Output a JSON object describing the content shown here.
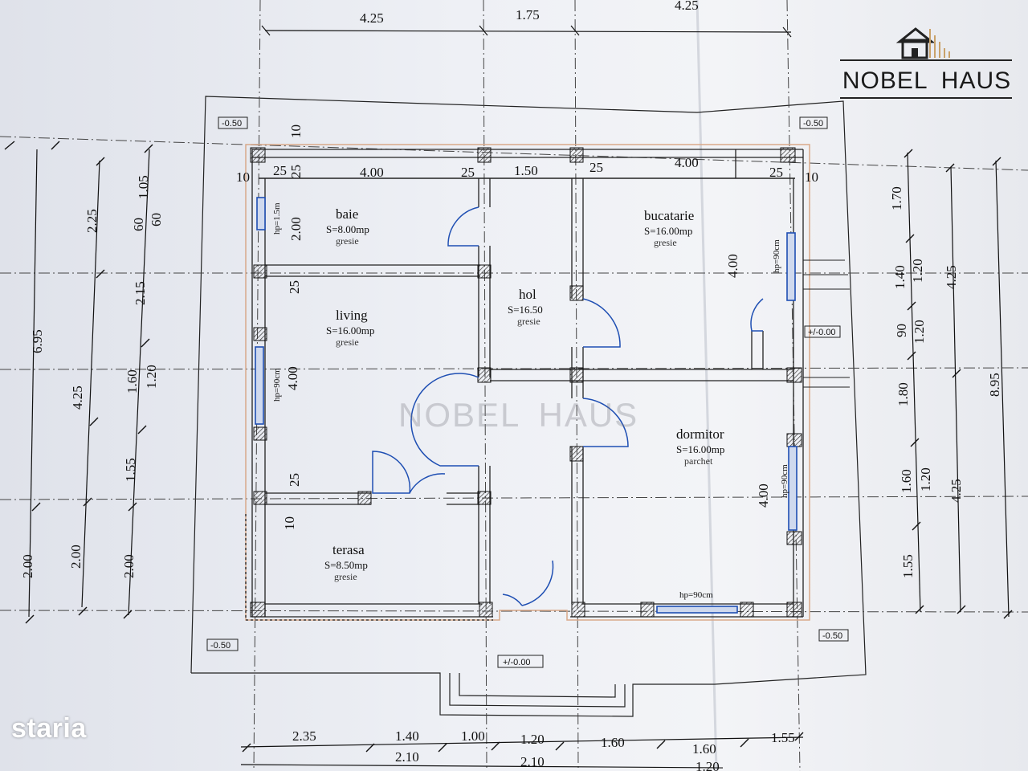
{
  "logo": {
    "brand": "NOBEL HAUS"
  },
  "watermark": "NOBEL HAUS",
  "portal": "staria",
  "rooms": {
    "baie": {
      "name": "baie",
      "area": "S=8.00mp",
      "floor": "gresie"
    },
    "living": {
      "name": "living",
      "area": "S=16.00mp",
      "floor": "gresie"
    },
    "hol": {
      "name": "hol",
      "area": "S=16.50",
      "floor": "gresie"
    },
    "bucatarie": {
      "name": "bucatarie",
      "area": "S=16.00mp",
      "floor": "gresie"
    },
    "dormitor": {
      "name": "dormitor",
      "area": "S=16.00mp",
      "floor": "parchet"
    },
    "terasa": {
      "name": "terasa",
      "area": "S=8.50mp",
      "floor": "gresie"
    }
  },
  "levels": {
    "tl": "-0.50",
    "tr": "-0.50",
    "bl": "-0.50",
    "br": "-0.50",
    "entrance": "+/-0.00",
    "side": "+/-0.00"
  },
  "window_notes": {
    "baie": "hp=1.5m",
    "living": "hp=90cm",
    "bucatarie": "hp=90cm",
    "dormitor_side": "hp=90cm",
    "dormitor_bottom": "hp=90cm"
  },
  "dims_top_outer": [
    "4.25",
    "1.75",
    "4.25"
  ],
  "dims_top_inner": [
    "10",
    "25",
    "4.00",
    "25",
    "1.50",
    "25",
    "4.00",
    "25",
    "10"
  ],
  "dims_top_wall": "10",
  "dims_left": {
    "outer": [
      "6.95",
      "2.00"
    ],
    "mid": [
      "2.25",
      "4.25",
      "2.00"
    ],
    "inner": [
      "1.05",
      "60",
      "2.15",
      "1.60",
      "1.20",
      "1.55",
      "2.00"
    ],
    "extra60": "60"
  },
  "dims_left_rooms": [
    "2.00",
    "4.00",
    "25",
    "25",
    "10"
  ],
  "dims_right": {
    "inner": [
      "1.70",
      "1.40",
      "1.20",
      "90",
      "1.20",
      "1.80",
      "1.60",
      "1.20",
      "1.55"
    ],
    "mid": [
      "4.25",
      "4.25"
    ],
    "outer": "8.95"
  },
  "dims_right_rooms": [
    "4.00",
    "4.00"
  ],
  "dims_bottom": {
    "row1": [
      "2.35",
      "1.40",
      "1.00",
      "1.20",
      "1.60",
      "1.60",
      "1.55"
    ],
    "row2": [
      "2.10",
      "2.10",
      "1.20"
    ]
  }
}
